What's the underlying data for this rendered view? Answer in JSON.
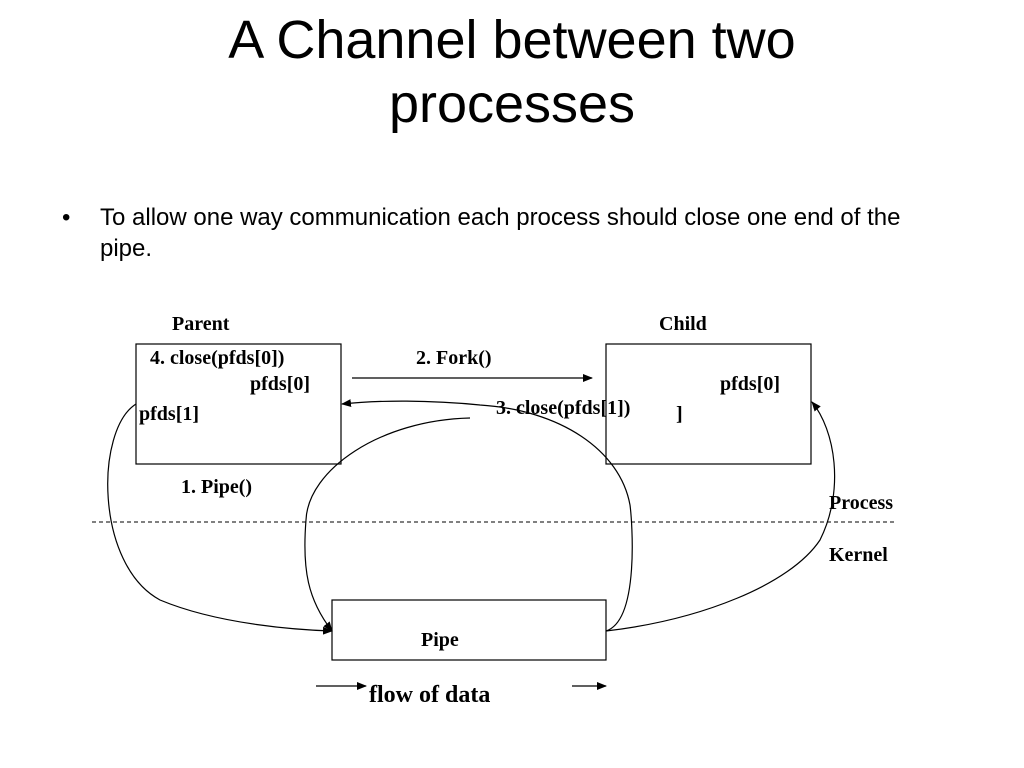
{
  "slide": {
    "title_line1": "A Channel between two",
    "title_line2": "processes",
    "bullets": [
      {
        "mark": "•",
        "text": "To allow one way communication each process should close one end of the pipe."
      }
    ]
  },
  "diagram": {
    "parent_label": "Parent",
    "child_label": "Child",
    "parent_step": "4. close(pfds[0])",
    "parent_fd_read": "pfds[0]",
    "parent_fd_write": "pfds[1]",
    "fork_step": "2. Fork()",
    "child_step": "3. close(pfds[1])",
    "child_bracket": "]",
    "child_fd_read": "pfds[0]",
    "pipe_step": "1. Pipe()",
    "process_label": "Process",
    "kernel_label": "Kernel",
    "pipe_label": "Pipe",
    "flow_label": "flow of data"
  }
}
